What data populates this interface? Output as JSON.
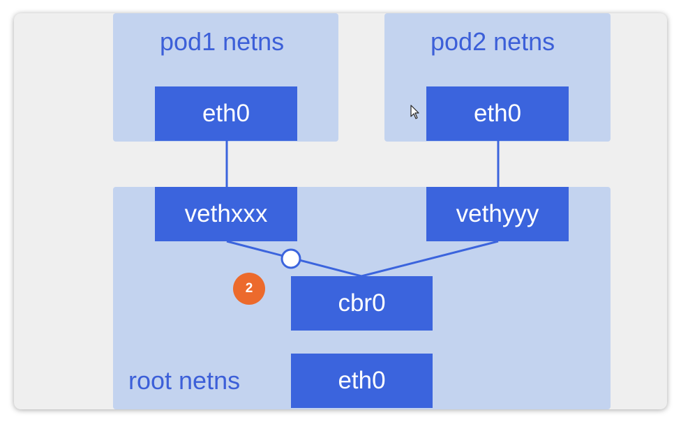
{
  "namespaces": {
    "pod1": {
      "label": "pod1 netns"
    },
    "pod2": {
      "label": "pod2 netns"
    },
    "root": {
      "label": "root netns"
    }
  },
  "interfaces": {
    "pod1_eth0": "eth0",
    "pod2_eth0": "eth0",
    "vethxxx": "vethxxx",
    "vethyyy": "vethyyy",
    "cbr0": "cbr0",
    "root_eth0": "eth0"
  },
  "step_badge": "2",
  "colors": {
    "namespace_fill": "#c3d3ef",
    "interface_fill": "#3b64dd",
    "label_text": "#3c5fd8",
    "link_line": "#3b64dd",
    "badge_fill": "#ec6a2c"
  },
  "icons": {
    "packet": "packet-icon",
    "cursor": "mouse-cursor-icon"
  }
}
